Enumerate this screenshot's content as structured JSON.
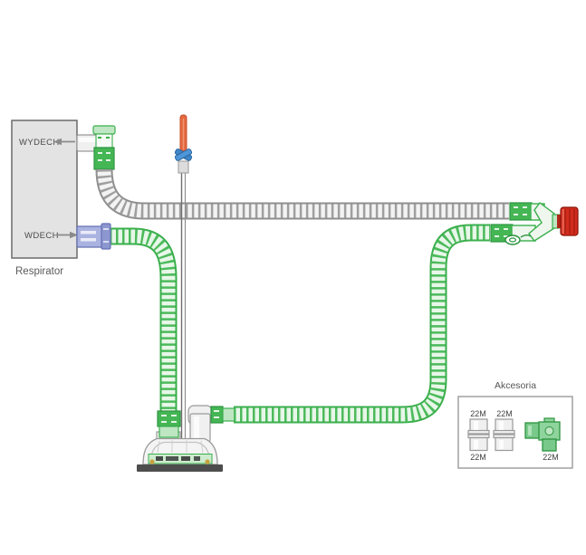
{
  "diagram": {
    "respirator": {
      "name_label": "Respirator",
      "exhale_port_label": "WYDECH",
      "inhale_port_label": "WDECH"
    },
    "accessories": {
      "title": "Akcesoria",
      "straight_adapter_1": {
        "top_label": "22M",
        "bottom_label": "22M"
      },
      "straight_adapter_2": {
        "top_label": "22M"
      },
      "tee_adapter": {
        "bottom_label": "22M"
      }
    },
    "colors": {
      "circuit_green": "#3bb24b",
      "circuit_green_dark": "#2c9440",
      "tube_gray": "#8f8f8f",
      "probe_tip_orange": "#e4683f",
      "probe_valve_blue": "#3f86c8",
      "patient_cap_red": "#d02c1c",
      "inhale_connector_blue": "#aab3e0",
      "respirator_box_fill": "#e3e3e3",
      "label_gray": "#555555"
    }
  }
}
